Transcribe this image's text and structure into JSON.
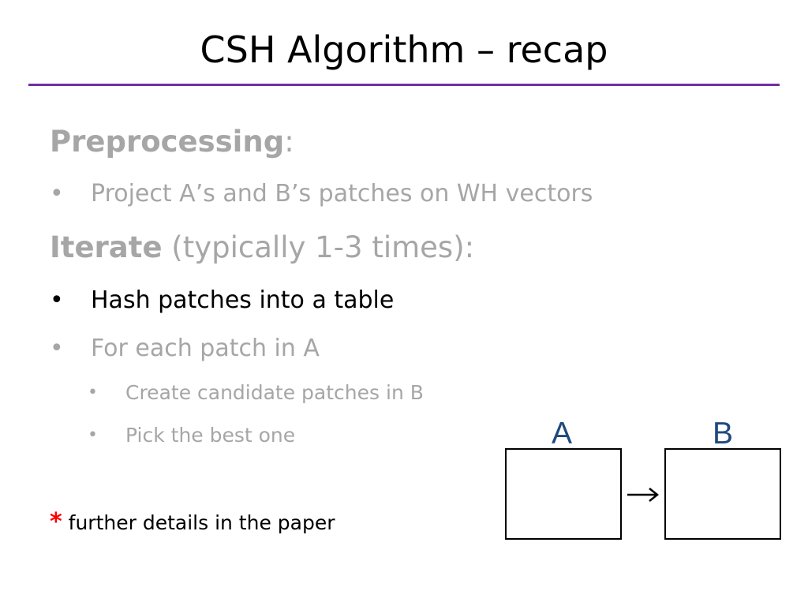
{
  "slide": {
    "title": "CSH Algorithm – recap",
    "preprocessing_heading": "Preprocessing",
    "preprocessing_colon": ":",
    "bullet_symbol": "•",
    "preprocessing_bullet": "Project A’s and B’s patches on WH vectors",
    "iterate_heading": "Iterate",
    "iterate_suffix": " (typically 1-3 times):",
    "iterate_bullets": [
      "Hash patches into a table",
      "For each patch in A"
    ],
    "sub_bullets": [
      "Create candidate patches in B",
      "Pick the best one"
    ],
    "note_star": "*",
    "note_text": " further details in the paper"
  },
  "diagram": {
    "label_a": "A",
    "label_b": "B",
    "label_color": "#1f497d",
    "arrow_direction": "right"
  },
  "colors": {
    "accent_rule": "#7030a0",
    "dimmed_text": "#a6a6a6",
    "active_text": "#000000",
    "note_star": "#ff0000"
  }
}
